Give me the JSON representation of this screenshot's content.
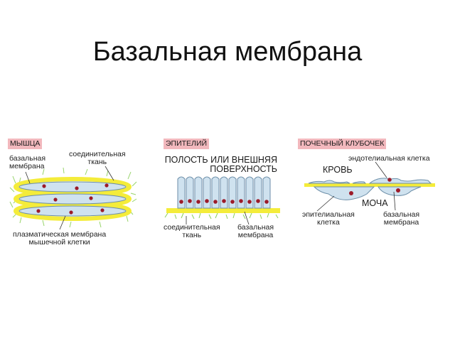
{
  "title": "Базальная мембрана",
  "panels": {
    "muscle": {
      "tag": "МЫШЦА",
      "basal_membrane": "базальная\nмембрана",
      "connective_tissue": "соединительная\nткань",
      "plasma_membrane": "плазматическая мембрана\nмышечной клетки"
    },
    "epithelium": {
      "tag": "ЭПИТЕЛИЙ",
      "cavity": "ПОЛОСТЬ ИЛИ ВНЕШНЯЯ\nПОВЕРХНОСТЬ",
      "connective_tissue": "соединительная\nткань",
      "basal_membrane": "базальная\nмембрана"
    },
    "kidney": {
      "tag": "ПОЧЕЧНЫЙ КЛУБОЧЕК",
      "endothelial_cell": "эндотелиальная клетка",
      "blood": "КРОВЬ",
      "urine": "МОЧА",
      "epithelial_cell": "эпителиальная\nклетка",
      "basal_membrane": "базальная\nмембрана"
    }
  },
  "colors": {
    "tag_bg": "#f2b8bd",
    "membrane_yellow": "#f4ec3a",
    "cell_blue": "#cfe2ef",
    "nucleus_red": "#9c1b2a",
    "grass_green": "#8ccf5a"
  }
}
